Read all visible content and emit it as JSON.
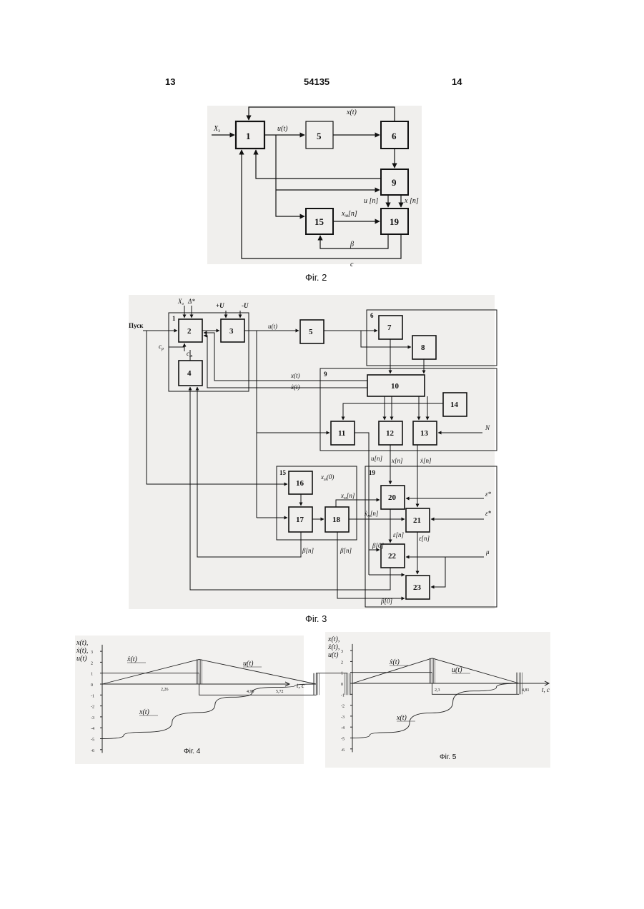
{
  "header": {
    "left": "13",
    "center": "54135",
    "right": "14"
  },
  "fig2": {
    "caption": "Фіг. 2",
    "blocks": [
      "1",
      "5",
      "6",
      "9",
      "15",
      "19"
    ],
    "labels": {
      "xz": "X",
      "xz_sub": "з",
      "ut": "u(t)",
      "xt": "x(t)",
      "un": "u [n]",
      "xn": "x [n]",
      "xmn": "x",
      "xmn_sub": "м",
      "xmn_suf": "[n]",
      "beta": "β",
      "c": "c"
    }
  },
  "fig3": {
    "caption": "Фіг. 3",
    "blocks": [
      "2",
      "3",
      "4",
      "5",
      "7",
      "8",
      "10",
      "11",
      "12",
      "13",
      "14",
      "16",
      "17",
      "18",
      "20",
      "21",
      "22",
      "23"
    ],
    "group_labels": {
      "g1": "1",
      "g6": "6",
      "g9": "9",
      "g15": "15",
      "g19": "19"
    },
    "labels": {
      "pusk": "Пуск",
      "xz": "X",
      "xz_sub": "з",
      "delta": "Δ*",
      "plusU": "+U",
      "minusU": "-U",
      "cp": "c",
      "cp_sub": "р",
      "cm": "c",
      "cm_sub": "m",
      "ut": "u(t)",
      "xt": "x(t)",
      "xdt": "ẋ(t)",
      "N": "N",
      "un": "u[n]",
      "xn": "x[n]",
      "xdn": "ẋ[n]",
      "xm0": "x",
      "xm0_sub": "м",
      "xm0_suf": "(0)",
      "xmn": "x",
      "xmn_sub": "м",
      "xmn_suf": "[n]",
      "xdmn": "ẋ",
      "xdmn_sub": "м",
      "xdmn_suf": "[n]",
      "eps_star": "ε*",
      "epsd_star": "ε̇*",
      "en": "ε[n]",
      "edn": "ε̇[n]",
      "b0": "β[0]",
      "bn": "β[n]",
      "bdn": "β̇[n]",
      "bd0": "β̇[0]",
      "mu": "μ"
    }
  },
  "fig4": {
    "caption": "Фіг. 4",
    "ylabel_lines": [
      "x(t),",
      "ẋ(t),",
      "u(t)"
    ],
    "xlabel": "t, c",
    "yticks": [
      "3",
      "2",
      "1",
      "0",
      "-1",
      "-2",
      "-3",
      "-4",
      "-5",
      "-6"
    ],
    "series_labels": {
      "xdot": "ẋ(t)",
      "x": "x(t)",
      "u": "u(t)"
    },
    "annotations": [
      "2,26",
      "4,99",
      "5,72"
    ]
  },
  "fig5": {
    "caption": "Фіг. 5",
    "ylabel_lines": [
      "x(t),",
      "ẋ(t),",
      "u(t)"
    ],
    "xlabel": "t, c",
    "yticks": [
      "3",
      "2",
      "1",
      "0",
      "-1",
      "-2",
      "-3",
      "-4",
      "-5",
      "-6"
    ],
    "series_labels": {
      "xdot": "ẋ(t)",
      "x": "x(t)",
      "u": "u(t)"
    },
    "annotations": [
      "2,3",
      "4,81"
    ]
  },
  "chart_data": [
    {
      "type": "line",
      "xlabel": "t, c",
      "ylim": [
        -6,
        3
      ],
      "series": [
        {
          "name": "x(t)",
          "points": [
            [
              0,
              -5
            ],
            [
              1,
              -4.4
            ],
            [
              2.26,
              -2.6
            ],
            [
              3,
              -1.2
            ],
            [
              4,
              -0.3
            ],
            [
              4.99,
              0
            ]
          ]
        },
        {
          "name": "ẋ(t)",
          "points": [
            [
              0,
              0
            ],
            [
              2.26,
              2.26
            ],
            [
              4.99,
              0
            ]
          ]
        },
        {
          "name": "u(t)",
          "points": [
            [
              0,
              1
            ],
            [
              2.26,
              1
            ],
            [
              2.26,
              -1
            ],
            [
              4.99,
              -1
            ],
            [
              4.99,
              1
            ],
            [
              5.72,
              1
            ]
          ]
        }
      ],
      "annotations": [
        "2,26",
        "4,99",
        "5,72"
      ]
    },
    {
      "type": "line",
      "xlabel": "t, c",
      "ylim": [
        -6,
        3
      ],
      "series": [
        {
          "name": "x(t)",
          "points": [
            [
              0,
              -5
            ],
            [
              1,
              -4.5
            ],
            [
              2.3,
              -2.7
            ],
            [
              3.5,
              -0.7
            ],
            [
              4.81,
              0
            ]
          ]
        },
        {
          "name": "ẋ(t)",
          "points": [
            [
              0,
              0
            ],
            [
              2.3,
              2.3
            ],
            [
              4.81,
              0
            ]
          ]
        },
        {
          "name": "u(t)",
          "points": [
            [
              0,
              1
            ],
            [
              2.3,
              1
            ],
            [
              2.3,
              -1
            ],
            [
              4.81,
              -1
            ]
          ]
        }
      ],
      "annotations": [
        "2,3",
        "4,81"
      ]
    }
  ]
}
